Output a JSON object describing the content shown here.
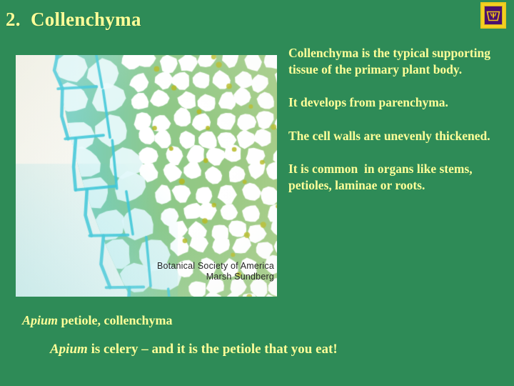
{
  "slide": {
    "background_color": "#2e8b57",
    "text_color": "#ffff99",
    "title": "2.  Collenchyma"
  },
  "logo": {
    "name": "botanical-society-emblem",
    "border_color": "#f5d020",
    "field_color": "#4b0f6e",
    "glyph_color": "#f0c419"
  },
  "micrograph": {
    "alt": "Apium petiole cross section showing collenchyma cells",
    "credit_line_1": "Botanical Society of America",
    "credit_line_2": "Marsh Sundberg",
    "wall_stain_color": "#3fc6d8",
    "junction_color": "#b5b820",
    "field_color": "#f2f0e8"
  },
  "body": {
    "paragraphs": [
      "Collenchyma is the typical supporting tissue of the primary plant body.",
      "It develops from parenchyma.",
      "The cell walls are unevenly thickened.",
      "It is common  in organs like stems, petioles, laminae or roots."
    ]
  },
  "captions": {
    "line1_genus": "Apium",
    "line1_rest": " petiole, collenchyma",
    "line2_genus": "Apium",
    "line2_rest": " is celery – and it is the petiole that you eat!"
  }
}
